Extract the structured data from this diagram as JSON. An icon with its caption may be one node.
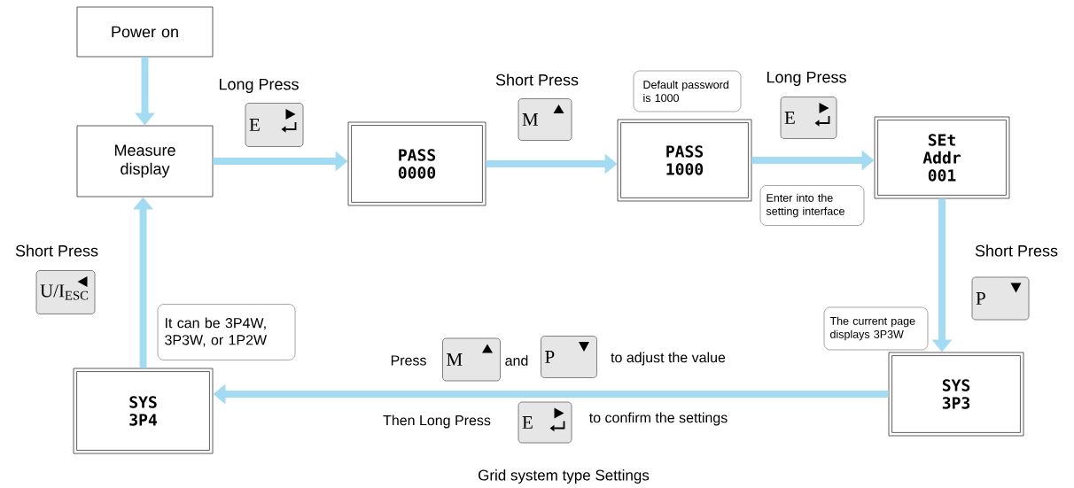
{
  "diagram": {
    "caption": "Grid system type Settings",
    "nodes": [
      {
        "text": [
          "Power on"
        ]
      },
      {
        "text": [
          "Default password is 1000"
        ]
      },
      {
        "text": [
          "Measure display"
        ]
      },
      {
        "text": [
          "E"
        ],
        "beside": [
          "Long Press"
        ]
      },
      {
        "text": [
          "M"
        ],
        "beside": [
          "Short Press"
        ]
      },
      {
        "text": [
          "E"
        ],
        "beside": [
          "Long Press"
        ]
      },
      {
        "text": [
          "PASS",
          "0000"
        ]
      },
      {
        "text": [
          "PASS",
          "1000"
        ]
      },
      {
        "text": [
          "SEt",
          "Addr",
          "001"
        ]
      },
      {
        "text": [
          "Enter into the setting interface"
        ]
      },
      {
        "text": [
          "U/I$_{ESC}$"
        ],
        "beside": [
          "Short Press"
        ]
      },
      {
        "text": [
          "P"
        ],
        "beside": [
          "Short Press"
        ]
      },
      {
        "text": [
          "It can be 3P4W, 3P3W, or 1P2W"
        ]
      },
      {
        "text": [
          "The current page displays 3P3W"
        ]
      },
      {
        "text": [
          "M"
        ]
      },
      {
        "text": [
          "P"
        ]
      },
      {
        "text": [
          "SYS",
          "3P4"
        ]
      },
      {
        "text": [
          "SYS",
          "3P3"
        ]
      },
      {
        "text": [
          "E"
        ]
      }
    ],
    "edges": [
      {
        "from": 0,
        "to": 2,
        "arrow": "to"
      },
      {
        "from": 2,
        "to": 6,
        "arrow": "to"
      },
      {
        "from": 6,
        "to": 7,
        "arrow": "to"
      },
      {
        "from": 7,
        "to": 8,
        "arrow": "to"
      },
      {
        "from": 8,
        "to": 17,
        "arrow": "to"
      },
      {
        "from": 17,
        "to": 16,
        "arrow": "to"
      },
      {
        "from": 16,
        "to": 2,
        "arrow": "to"
      }
    ],
    "labels": [
      "Press",
      "and",
      "to adjust the value",
      "Then Long Press",
      "to confirm the settings"
    ]
  }
}
